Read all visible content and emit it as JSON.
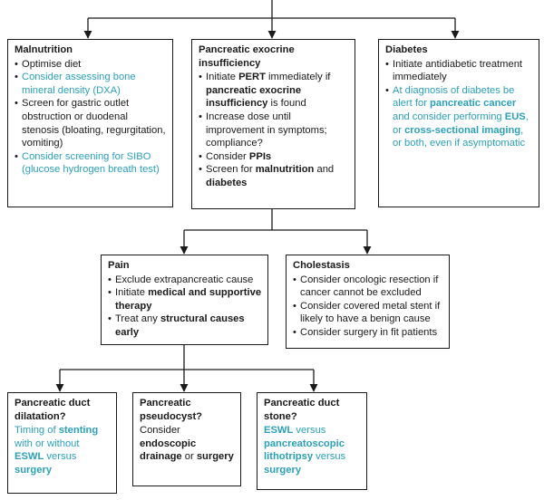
{
  "colors": {
    "line": "#1a1a1a",
    "highlight": "#2aa0b8"
  },
  "boxes": {
    "malnutrition": {
      "title": "Malnutrition",
      "items": [
        [
          {
            "t": "Optimise diet",
            "s": "n"
          }
        ],
        [
          {
            "t": "Consider assessing bone mineral density (DXA)",
            "s": "t"
          }
        ],
        [
          {
            "t": "Screen for gastric outlet obstruction or duodenal stenosis (bloating, regurgitation, vomiting)",
            "s": "n"
          }
        ],
        [
          {
            "t": "Consider screening for SIBO (glucose hydrogen breath test)",
            "s": "t"
          }
        ]
      ]
    },
    "pei": {
      "title": "Pancreatic exocrine insufficiency",
      "items": [
        [
          {
            "t": "Initiate ",
            "s": "n"
          },
          {
            "t": "PERT",
            "s": "b"
          },
          {
            "t": " immediately if ",
            "s": "n"
          },
          {
            "t": "pancreatic exocrine insufficiency",
            "s": "b"
          },
          {
            "t": " is found",
            "s": "n"
          }
        ],
        [
          {
            "t": "Increase dose until improvement in symptoms; compliance?",
            "s": "n"
          }
        ],
        [
          {
            "t": "Consider ",
            "s": "n"
          },
          {
            "t": "PPIs",
            "s": "b"
          }
        ],
        [
          {
            "t": "Screen for ",
            "s": "n"
          },
          {
            "t": "malnutrition",
            "s": "b"
          },
          {
            "t": " and ",
            "s": "n"
          },
          {
            "t": "diabetes",
            "s": "b"
          }
        ]
      ]
    },
    "diabetes": {
      "title": "Diabetes",
      "items": [
        [
          {
            "t": "Initiate antidiabetic treatment immediately",
            "s": "n"
          }
        ],
        [
          {
            "t": "At diagnosis of diabetes be alert for ",
            "s": "t"
          },
          {
            "t": "pancreatic cancer",
            "s": "tb"
          },
          {
            "t": " and consider performing ",
            "s": "t"
          },
          {
            "t": "EUS",
            "s": "tb"
          },
          {
            "t": ", or ",
            "s": "t"
          },
          {
            "t": "cross-sectional imaging",
            "s": "tb"
          },
          {
            "t": ", or both, even if asymptomatic",
            "s": "t"
          }
        ]
      ]
    },
    "pain": {
      "title": "Pain",
      "items": [
        [
          {
            "t": "Exclude extrapancreatic cause",
            "s": "n"
          }
        ],
        [
          {
            "t": "Initiate ",
            "s": "n"
          },
          {
            "t": "medical and supportive therapy",
            "s": "b"
          }
        ],
        [
          {
            "t": "Treat any ",
            "s": "n"
          },
          {
            "t": "structural causes early",
            "s": "b"
          }
        ]
      ]
    },
    "cholestasis": {
      "title": "Cholestasis",
      "items": [
        [
          {
            "t": "Consider oncologic resection if cancer cannot be excluded",
            "s": "n"
          }
        ],
        [
          {
            "t": "Consider covered metal stent if likely to have a benign cause",
            "s": "n"
          }
        ],
        [
          {
            "t": "Consider surgery in fit patients",
            "s": "n"
          }
        ]
      ]
    },
    "dilatation": {
      "title": "Pancreatic duct dilatation?",
      "body": [
        {
          "t": "Timing of ",
          "s": "t"
        },
        {
          "t": "stenting",
          "s": "tb"
        },
        {
          "t": " with or without ",
          "s": "t"
        },
        {
          "t": "ESWL",
          "s": "tb"
        },
        {
          "t": " versus ",
          "s": "t"
        },
        {
          "t": "surgery",
          "s": "tb"
        }
      ]
    },
    "pseudocyst": {
      "title": "Pancreatic pseudocyst?",
      "body": [
        {
          "t": "Consider ",
          "s": "n"
        },
        {
          "t": "endoscopic drainage",
          "s": "b"
        },
        {
          "t": " or ",
          "s": "n"
        },
        {
          "t": "surgery",
          "s": "b"
        }
      ]
    },
    "stone": {
      "title": "Pancreatic duct stone?",
      "body": [
        {
          "t": "ESWL",
          "s": "tb"
        },
        {
          "t": " versus ",
          "s": "t"
        },
        {
          "t": "pancreatoscopic lithotripsy",
          "s": "tb"
        },
        {
          "t": " versus ",
          "s": "t"
        },
        {
          "t": "surgery",
          "s": "tb"
        }
      ]
    }
  }
}
